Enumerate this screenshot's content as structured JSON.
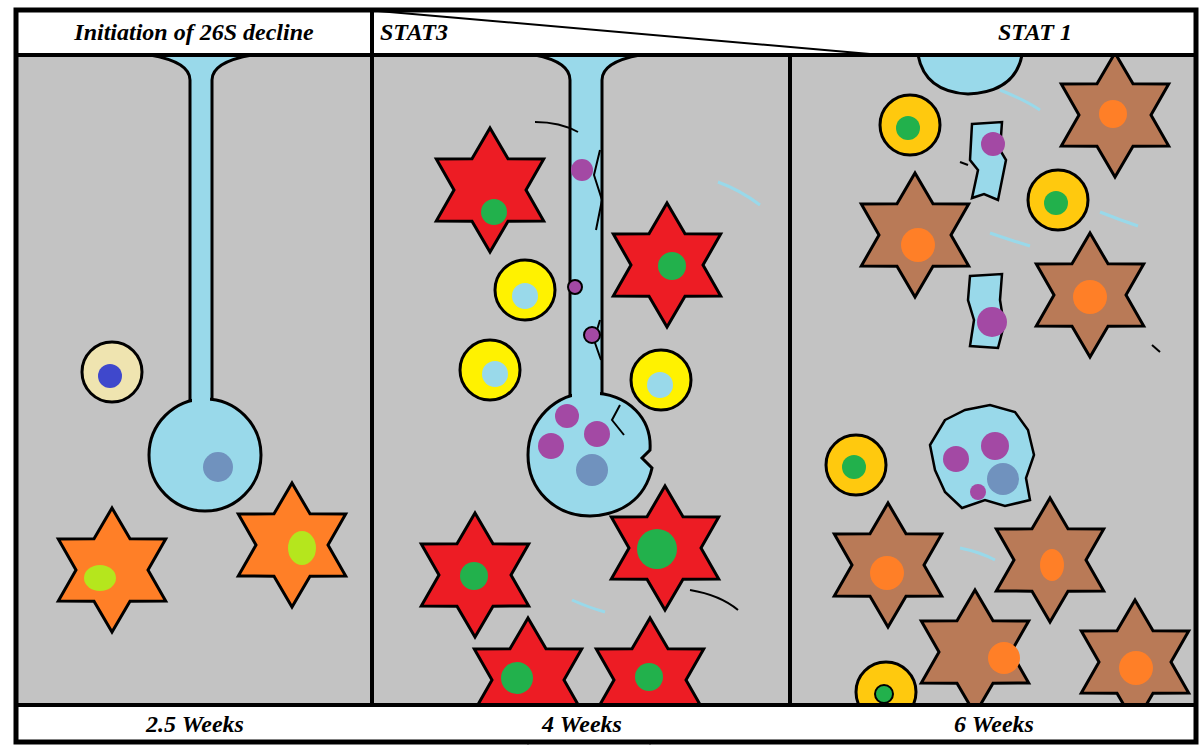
{
  "diagram": {
    "labels": [
      "Initiation of 26S decline",
      "STAT3",
      "STAT 1",
      "2.5 Weeks",
      "4 Weeks",
      "6 Weeks"
    ]
  }
}
